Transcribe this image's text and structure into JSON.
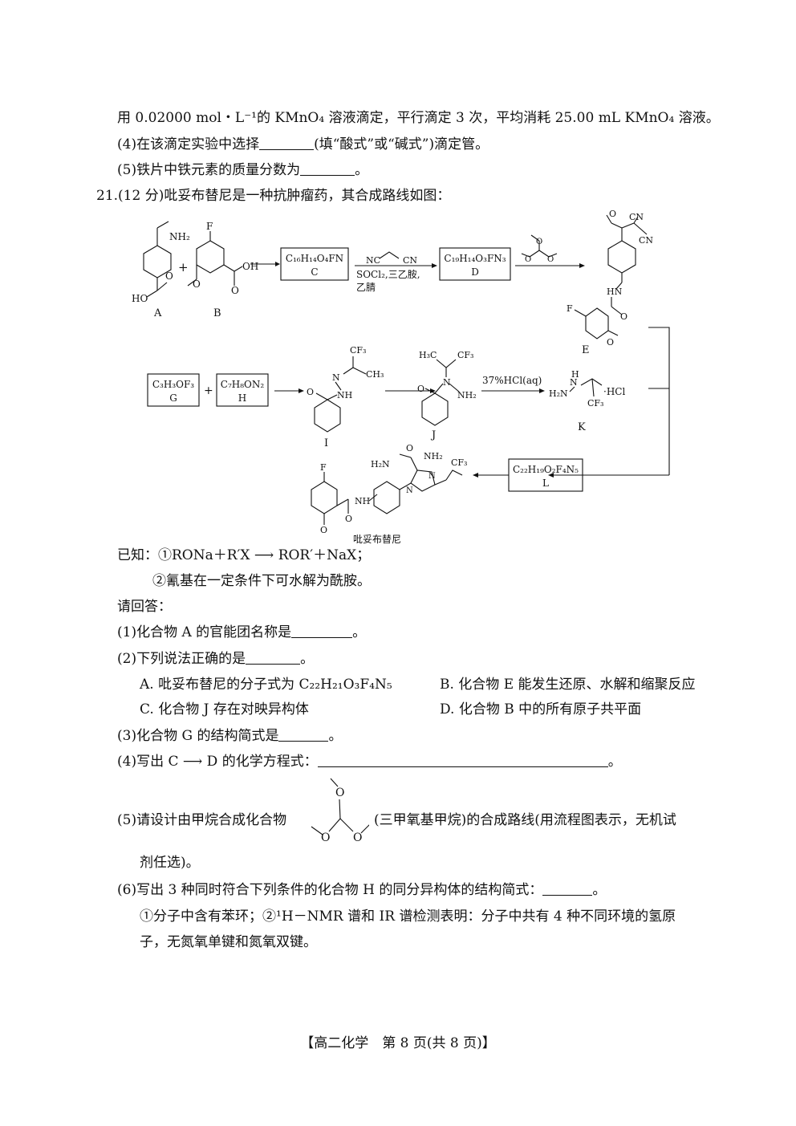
{
  "q20": {
    "l1": "用 0.02000 mol・L⁻¹的 KMnO₄ 溶液滴定，平行滴定 3 次，平均消耗 25.00 mL KMnO₄ 溶液。",
    "l2a": "(4)在该滴定实验中选择",
    "l2b": "(填“酸式”或“碱式”)滴定管。",
    "l3a": "(5)铁片中铁元素的质量分数为",
    "l3b": "。"
  },
  "q21": {
    "title": "21.(12 分)吡妥布替尼是一种抗肿瘤药，其合成路线如图：",
    "scheme": {
      "A": "A",
      "B": "B",
      "C": "C",
      "D": "D",
      "E": "E",
      "G": "G",
      "H": "H",
      "I": "I",
      "J": "J",
      "K": "K",
      "L": "L",
      "box_C": "C₁₆H₁₄O₄FN",
      "box_D": "C₁₉H₁₄O₃FN₃",
      "box_G": "C₃H₃OF₃",
      "box_H": "C₇H₈ON₂",
      "box_L": "C₂₂H₁₉O₂F₄N₅",
      "reagent_1": "SOCl₂,三乙胺,",
      "reagent_2": "乙腈",
      "reagent_hcl": "37%HCl(aq)",
      "nc": "NC",
      "cn": "CN",
      "nh2": "NH₂",
      "f": "F",
      "o": "O",
      "oh": "OH",
      "ho": "HO",
      "h2n": "H₂N",
      "hn": "HN",
      "nh": "NH",
      "n": "N",
      "h": "H",
      "cf3": "CF₃",
      "ch3": "CH₃",
      "h3c": "H₃C",
      "hcl": "·HCl",
      "product": "吡妥布替尼"
    },
    "known_1": "已知：①RONa＋R′X ⟶ ROR′＋NaX；",
    "known_2": "②氰基在一定条件下可水解为酰胺。",
    "ask": "请回答：",
    "p1a": "(1)化合物 A 的官能团名称是",
    "p1b": "。",
    "p2a": "(2)下列说法正确的是",
    "p2b": "。",
    "optA": "A. 吡妥布替尼的分子式为 C₂₂H₂₁O₃F₄N₅",
    "optB": "B. 化合物 E 能发生还原、水解和缩聚反应",
    "optC": "C. 化合物 J 存在对映异构体",
    "optD": "D. 化合物 B 中的所有原子共平面",
    "p3a": "(3)化合物 G 的结构简式是",
    "p3b": "。",
    "p4a": "(4)写出 C ⟶ D 的化学方程式：",
    "p4b": "。",
    "p5a": "(5)请设计由甲烷合成化合物",
    "p5b": "(三甲氧基甲烷)的合成路线(用流程图表示，无机试",
    "p5c": "剂任选)。",
    "p6a": "(6)写出 3 种同时符合下列条件的化合物 H 的同分异构体的结构简式：",
    "p6b": "。",
    "c1": "①分子中含有苯环；②¹H－NMR 谱和 IR 谱检测表明：分子中共有 4 种不同环境的氢原",
    "c2": "子，无氮氧单键和氮氧双键。"
  },
  "footer": "【高二化学　第 8 页(共 8 页)】"
}
